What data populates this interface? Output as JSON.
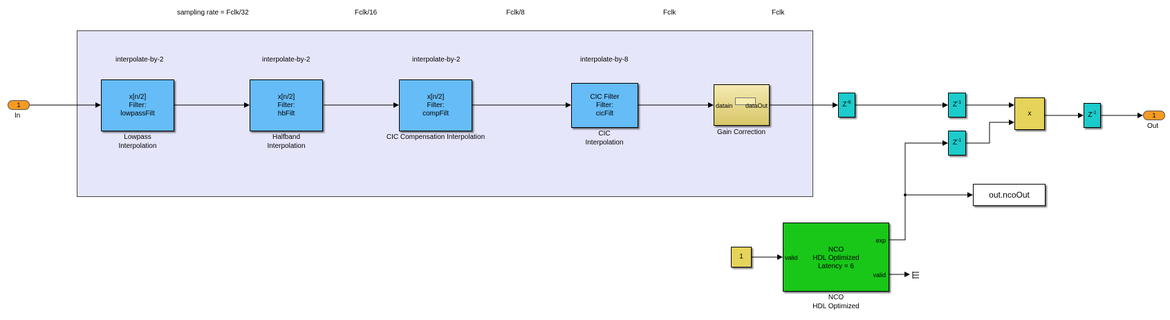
{
  "rates": {
    "r1": "sampling rate = Fclk/32",
    "r2": "Fclk/16",
    "r3": "Fclk/8",
    "r4": "Fclk",
    "r5": "Fclk"
  },
  "stage_titles": {
    "s1": "interpolate-by-2",
    "s2": "interpolate-by-2",
    "s3": "interpolate-by-2",
    "s4": "interpolate-by-8"
  },
  "blocks": {
    "lowpass": {
      "line1": "x[n/2]",
      "line2": "Filter:",
      "line3": "lowpassFilt",
      "cap1": "Lowpass",
      "cap2": "Interpolation"
    },
    "halfband": {
      "line1": "x[n/2]",
      "line2": "Filter:",
      "line3": "hbFilt",
      "cap1": "Halfband",
      "cap2": "Interpolation"
    },
    "comp": {
      "line1": "x[n/2]",
      "line2": "Filter:",
      "line3": "compFilt",
      "cap1": "CIC Compensation Interpolation"
    },
    "cic": {
      "line1": "CIC Filter",
      "line2": "Filter:",
      "line3": "cicFilt",
      "cap1": "CIC",
      "cap2": "Interpolation"
    },
    "gain": {
      "in_port": "datain",
      "out_port": "dataOut",
      "cap1": "Gain Correction"
    },
    "delay6": {
      "base": "Z",
      "exp": "-6"
    },
    "delay1a": {
      "base": "Z",
      "exp": "-1"
    },
    "delay1b": {
      "base": "Z",
      "exp": "-1"
    },
    "delay1c": {
      "base": "Z",
      "exp": "-1"
    },
    "mult": {
      "label": "x"
    },
    "const": {
      "label": "1"
    },
    "nco": {
      "line1": "NCO",
      "line2": "HDL Optimized",
      "line3": "Latency = 6",
      "port_valid_in": "valid",
      "port_exp": "exp",
      "port_valid_out": "valid",
      "cap1": "NCO",
      "cap2": "HDL Optimized"
    },
    "towks": {
      "label": "out.ncoOut"
    }
  },
  "ports": {
    "in": {
      "number": "1",
      "name": "In"
    },
    "out": {
      "number": "1",
      "name": "Out"
    }
  }
}
